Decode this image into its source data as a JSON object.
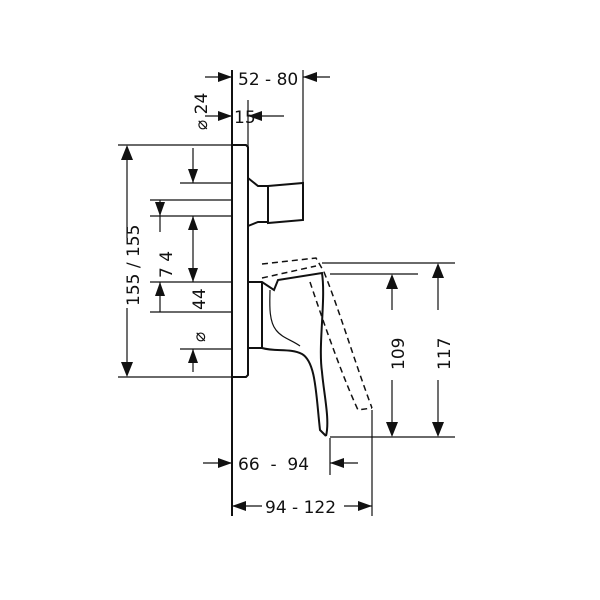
{
  "diagram": {
    "labels": {
      "top_depth": "52 - 80",
      "dia_24": "⌀ 24",
      "offset_15": "15",
      "height_155": "155 / 155",
      "dim_74": "7 4",
      "dim_44": "44",
      "dia_small": "⌀",
      "dim_109": "109",
      "dim_117": "117",
      "bottom_66_94": "66  -  94",
      "bottom_94_122": "94 - 122"
    }
  }
}
